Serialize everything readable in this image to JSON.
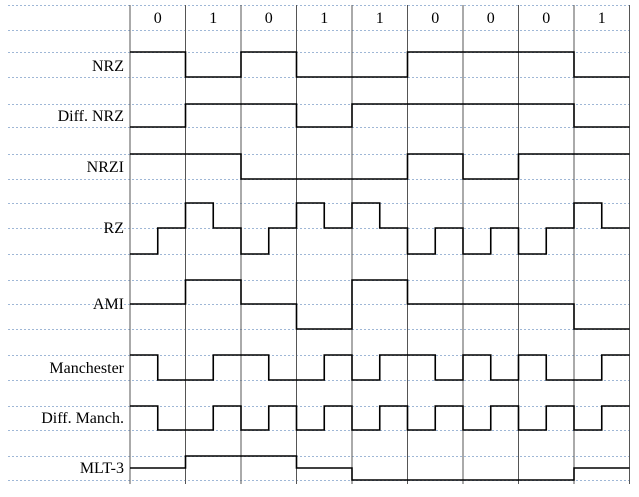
{
  "bits": [
    "0",
    "1",
    "0",
    "1",
    "1",
    "0",
    "0",
    "0",
    "1"
  ],
  "encodings": [
    {
      "label": "NRZ",
      "levels": [
        [
          1,
          1
        ],
        [
          0,
          0
        ],
        [
          1,
          1
        ],
        [
          0,
          0
        ],
        [
          0,
          0
        ],
        [
          1,
          1
        ],
        [
          1,
          1
        ],
        [
          1,
          1
        ],
        [
          0,
          0
        ]
      ]
    },
    {
      "label": "Diff. NRZ",
      "levels": [
        [
          0,
          0
        ],
        [
          1,
          1
        ],
        [
          1,
          1
        ],
        [
          0,
          0
        ],
        [
          1,
          1
        ],
        [
          1,
          1
        ],
        [
          1,
          1
        ],
        [
          1,
          1
        ],
        [
          0,
          0
        ]
      ]
    },
    {
      "label": "NRZI",
      "levels": [
        [
          1,
          1
        ],
        [
          1,
          1
        ],
        [
          0,
          0
        ],
        [
          0,
          0
        ],
        [
          0,
          0
        ],
        [
          1,
          1
        ],
        [
          0,
          0
        ],
        [
          1,
          1
        ],
        [
          1,
          1
        ]
      ]
    },
    {
      "label": "RZ",
      "levels": [
        [
          -1,
          0
        ],
        [
          1,
          0
        ],
        [
          -1,
          0
        ],
        [
          1,
          0
        ],
        [
          1,
          0
        ],
        [
          -1,
          0
        ],
        [
          -1,
          0
        ],
        [
          -1,
          0
        ],
        [
          1,
          0
        ]
      ]
    },
    {
      "label": "AMI",
      "levels": [
        [
          0,
          0
        ],
        [
          1,
          1
        ],
        [
          0,
          0
        ],
        [
          -1,
          -1
        ],
        [
          1,
          1
        ],
        [
          0,
          0
        ],
        [
          0,
          0
        ],
        [
          0,
          0
        ],
        [
          -1,
          -1
        ]
      ]
    },
    {
      "label": "Manchester",
      "levels": [
        [
          1,
          -1
        ],
        [
          -1,
          1
        ],
        [
          1,
          -1
        ],
        [
          -1,
          1
        ],
        [
          -1,
          1
        ],
        [
          1,
          -1
        ],
        [
          1,
          -1
        ],
        [
          1,
          -1
        ],
        [
          -1,
          1
        ]
      ]
    },
    {
      "label": "Diff. Manch.",
      "levels": [
        [
          1,
          -1
        ],
        [
          -1,
          1
        ],
        [
          -1,
          1
        ],
        [
          -1,
          1
        ],
        [
          -1,
          1
        ],
        [
          -1,
          1
        ],
        [
          -1,
          1
        ],
        [
          -1,
          1
        ],
        [
          -1,
          1
        ]
      ]
    },
    {
      "label": "MLT-3",
      "levels": [
        [
          0,
          0
        ],
        [
          1,
          1
        ],
        [
          1,
          1
        ],
        [
          0,
          0
        ],
        [
          -1,
          -1
        ],
        [
          -1,
          -1
        ],
        [
          -1,
          -1
        ],
        [
          -1,
          -1
        ],
        [
          0,
          0
        ]
      ]
    }
  ],
  "colors": {
    "line": "#000000",
    "dashed_grid": "#9fb7d6",
    "vertical_grid": "#555555"
  }
}
